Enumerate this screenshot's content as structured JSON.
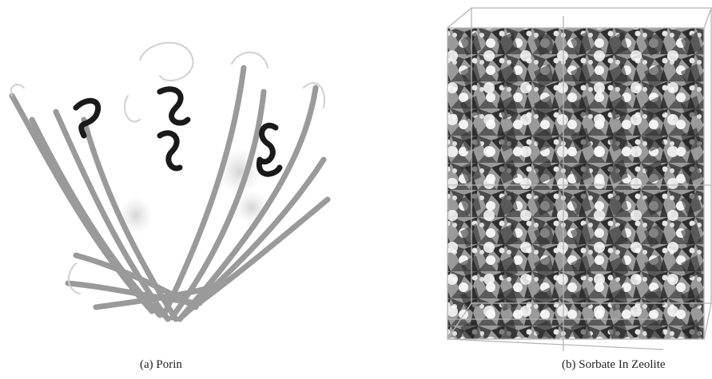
{
  "figures": [
    {
      "label": "(a)",
      "caption": "Porin",
      "subject": "porin protein ribbon structure"
    },
    {
      "label": "(b)",
      "caption": "Sorbate In Zeolite",
      "subject": "sorbate molecules in zeolite framework"
    }
  ],
  "colors": {
    "background": "#ffffff",
    "ribbon": "#9a9a9a",
    "helix": "#1a1a1a",
    "framework": "#4a4a4a",
    "cell_edges": "#b5b5b5"
  }
}
